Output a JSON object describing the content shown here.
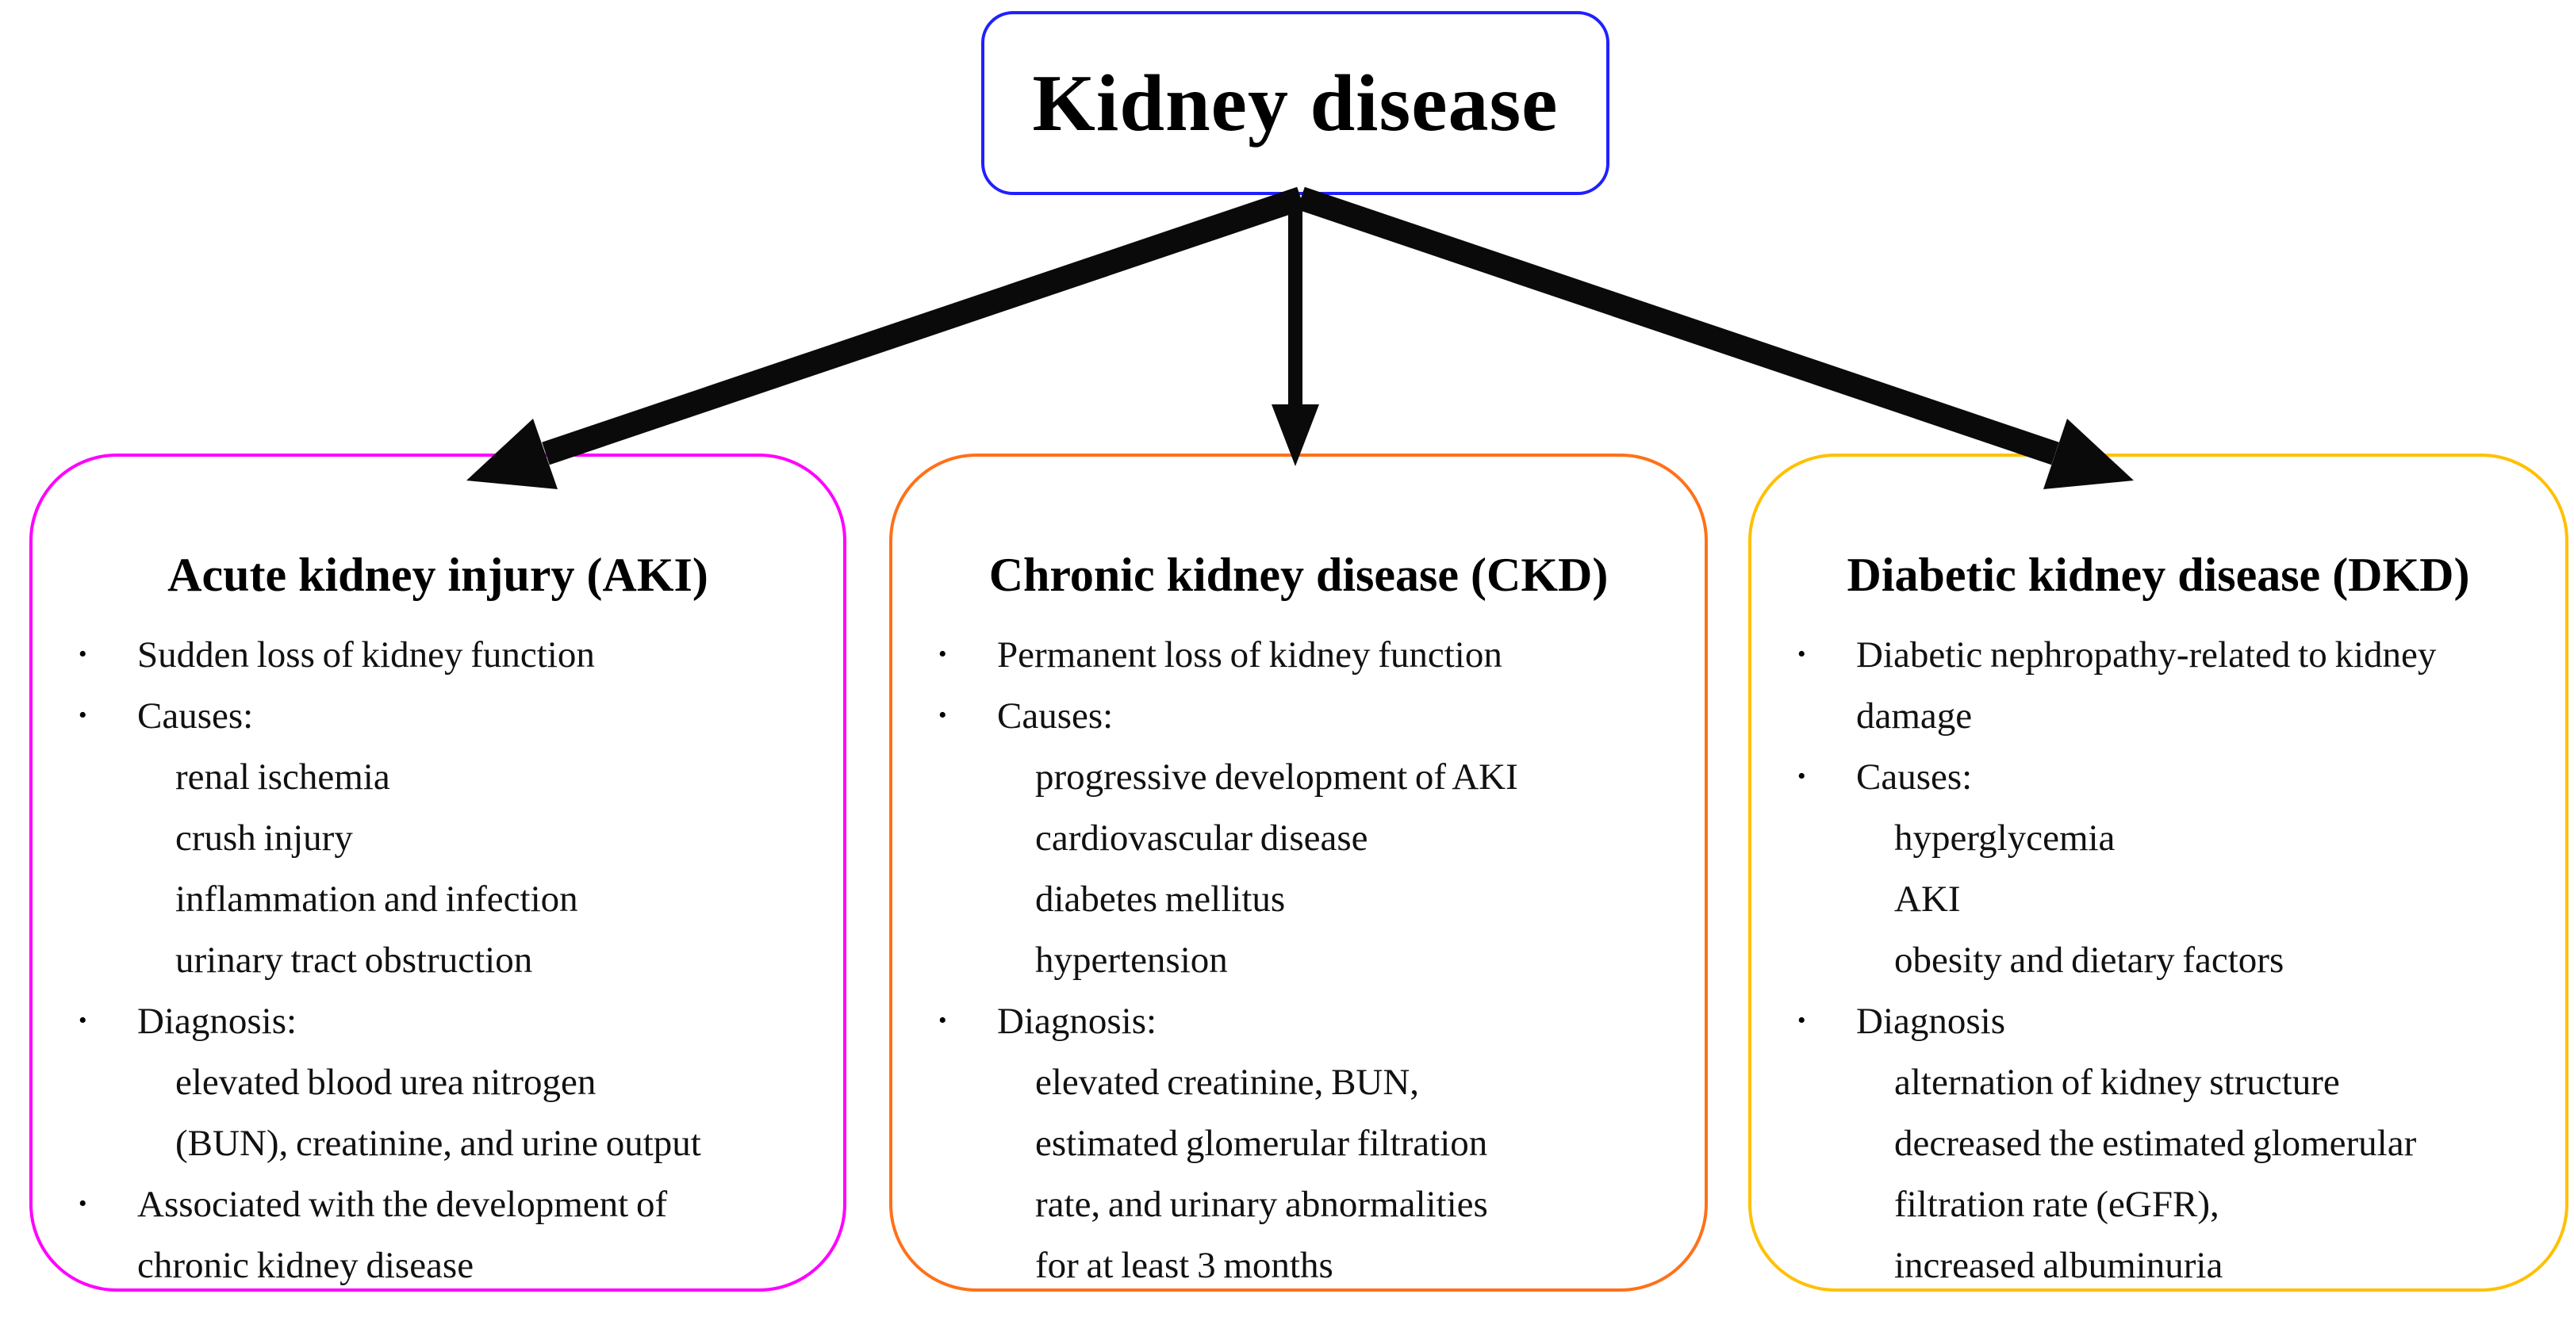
{
  "root": {
    "title": "Kidney disease"
  },
  "colors": {
    "title_border": "#2020ff",
    "arrow": "#0a0a0a"
  },
  "boxes": [
    {
      "id": "aki",
      "title": "Acute kidney injury (AKI)",
      "accent": "#ff00ff",
      "lines": [
        {
          "type": "bullet",
          "text": "Sudden loss of kidney function"
        },
        {
          "type": "bullet",
          "text": "Causes:"
        },
        {
          "type": "sub",
          "text": "renal ischemia"
        },
        {
          "type": "sub",
          "text": "crush injury"
        },
        {
          "type": "sub",
          "text": "inflammation and infection"
        },
        {
          "type": "sub",
          "text": "urinary tract obstruction"
        },
        {
          "type": "bullet",
          "text": "Diagnosis:"
        },
        {
          "type": "sub",
          "text": "elevated blood urea nitrogen"
        },
        {
          "type": "sub",
          "text": "(BUN), creatinine, and urine output"
        },
        {
          "type": "bullet",
          "text": "Associated with the development of"
        },
        {
          "type": "cont",
          "text": "chronic kidney disease"
        }
      ]
    },
    {
      "id": "ckd",
      "title": "Chronic kidney disease (CKD)",
      "accent": "#ff7119",
      "lines": [
        {
          "type": "bullet",
          "text": "Permanent loss of kidney function"
        },
        {
          "type": "bullet",
          "text": "Causes:"
        },
        {
          "type": "sub",
          "text": "progressive development of AKI"
        },
        {
          "type": "sub",
          "text": "cardiovascular disease"
        },
        {
          "type": "sub",
          "text": "diabetes mellitus"
        },
        {
          "type": "sub",
          "text": "hypertension"
        },
        {
          "type": "bullet",
          "text": "Diagnosis:"
        },
        {
          "type": "sub",
          "text": "elevated creatinine, BUN,"
        },
        {
          "type": "sub",
          "text": "estimated glomerular filtration"
        },
        {
          "type": "sub",
          "text": "rate, and urinary abnormalities"
        },
        {
          "type": "sub",
          "text": "for at least 3 months"
        }
      ]
    },
    {
      "id": "dkd",
      "title": "Diabetic kidney disease (DKD)",
      "accent": "#ffc000",
      "lines": [
        {
          "type": "bullet",
          "text": "Diabetic nephropathy-related to kidney"
        },
        {
          "type": "cont",
          "text": "damage"
        },
        {
          "type": "bullet",
          "text": "Causes:"
        },
        {
          "type": "sub",
          "text": "hyperglycemia"
        },
        {
          "type": "sub",
          "text": "AKI"
        },
        {
          "type": "sub",
          "text": "obesity and dietary factors"
        },
        {
          "type": "bullet",
          "text": "Diagnosis"
        },
        {
          "type": "sub",
          "text": "alternation of kidney structure"
        },
        {
          "type": "sub",
          "text": "decreased the estimated glomerular"
        },
        {
          "type": "sub",
          "text": "filtration rate (eGFR),"
        },
        {
          "type": "sub",
          "text": "increased albuminuria"
        }
      ]
    }
  ]
}
